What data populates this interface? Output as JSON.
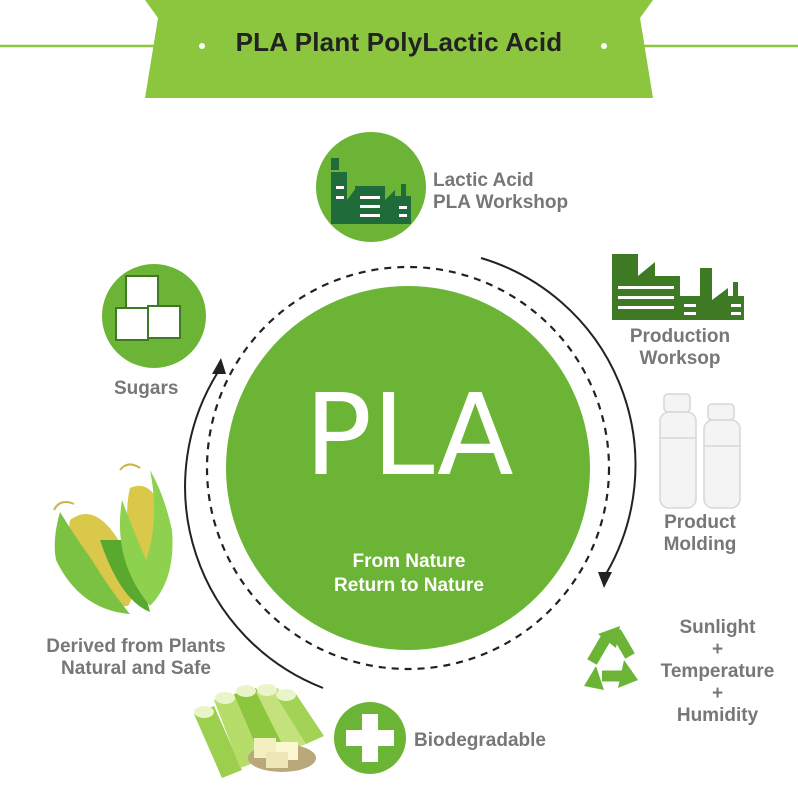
{
  "banner": {
    "title": "PLA Plant PolyLactic Acid"
  },
  "center": {
    "title": "PLA",
    "motto_line1": "From Nature",
    "motto_line2": "Return to Nature"
  },
  "steps": {
    "lactic_line1": "Lactic Acid",
    "lactic_line2": "PLA Workshop",
    "production_line1": "Production",
    "production_line2": "Worksop",
    "molding_line1": "Product",
    "molding_line2": "Molding",
    "conditions_line1": "Sunlight",
    "conditions_plus1": "+",
    "conditions_line2": "Temperature",
    "conditions_plus2": "+",
    "conditions_line3": "Humidity",
    "biodegradable": "Biodegradable",
    "plants_line1": "Derived from Plants",
    "plants_line2": "Natural and Safe",
    "sugars": "Sugars"
  },
  "colors": {
    "brand_green": "#6cb435",
    "dark_green": "#3e7a23",
    "text_gray": "#777777"
  }
}
